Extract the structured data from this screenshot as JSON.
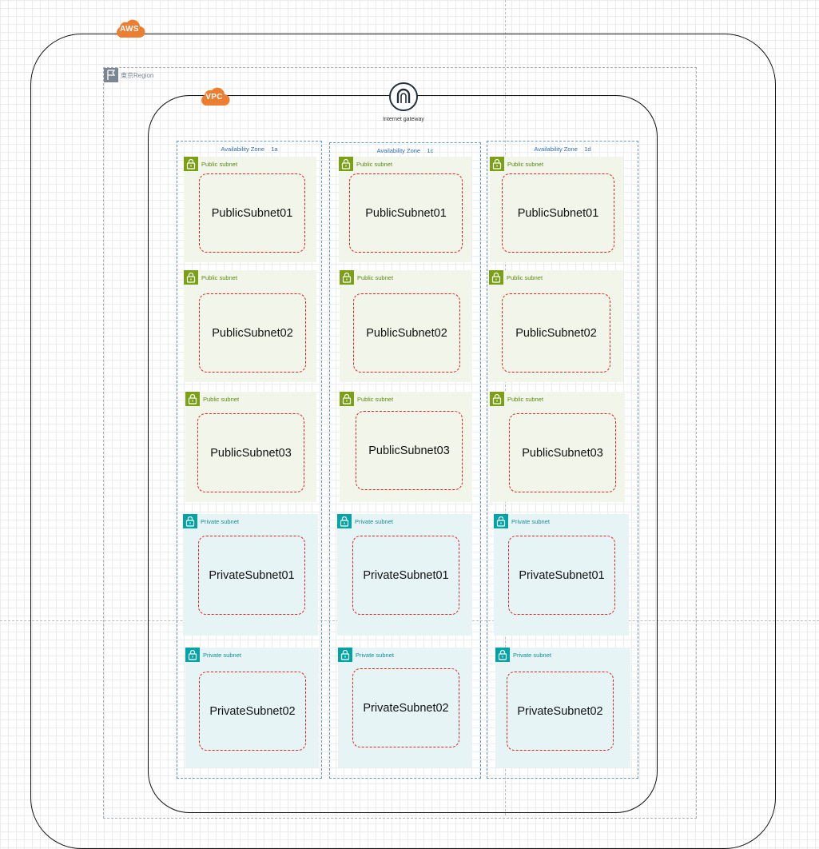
{
  "canvas": {
    "aws_label": "AWS",
    "vpc_label": "VPC",
    "region_label": "東京Region",
    "internet_gateway_label": "Internet gateway"
  },
  "colors": {
    "aws_orange": "#ed7d31",
    "frame_black": "#111111",
    "region_gray": "#7b8692",
    "az_blue": "#5f9bd2",
    "public_green": "#7aa116",
    "public_fill": "#f2f5e9",
    "private_teal": "#00a4a6",
    "private_fill": "#e6f4f6",
    "dashed_red": "#e0211d"
  },
  "icons": {
    "aws": "cloud-icon",
    "vpc": "cloud-icon",
    "region": "flag-icon",
    "internet_gateway": "internet-gateway-icon",
    "subnet": "lock-icon"
  },
  "availability_zones": [
    {
      "label": "Availability Zone    1a",
      "subnets": [
        {
          "type": "Public subnet",
          "name": "PublicSubnet01"
        },
        {
          "type": "Public subnet",
          "name": "PublicSubnet02"
        },
        {
          "type": "Public subnet",
          "name": "PublicSubnet03"
        },
        {
          "type": "Private subnet",
          "name": "PrivateSubnet01"
        },
        {
          "type": "Private subnet",
          "name": "PrivateSubnet02"
        }
      ]
    },
    {
      "label": "Availability Zone    1c",
      "subnets": [
        {
          "type": "Public subnet",
          "name": "PublicSubnet01"
        },
        {
          "type": "Public subnet",
          "name": "PublicSubnet02"
        },
        {
          "type": "Public subnet",
          "name": "PublicSubnet03"
        },
        {
          "type": "Private subnet",
          "name": "PrivateSubnet01"
        },
        {
          "type": "Private subnet",
          "name": "PrivateSubnet02"
        }
      ]
    },
    {
      "label": "Availability Zone    1d",
      "subnets": [
        {
          "type": "Public subnet",
          "name": "PublicSubnet01"
        },
        {
          "type": "Public subnet",
          "name": "PublicSubnet02"
        },
        {
          "type": "Public subnet",
          "name": "PublicSubnet03"
        },
        {
          "type": "Private subnet",
          "name": "PrivateSubnet01"
        },
        {
          "type": "Private subnet",
          "name": "PrivateSubnet02"
        }
      ]
    }
  ]
}
